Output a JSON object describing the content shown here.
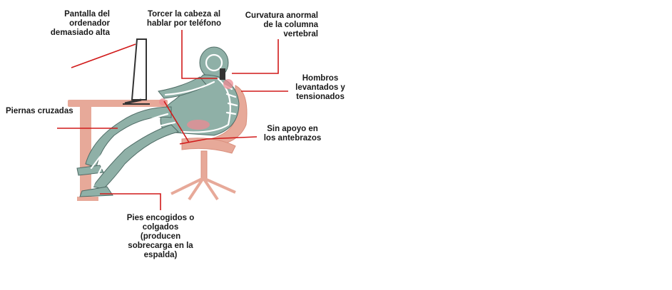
{
  "labels": {
    "monitor_high": "Pantalla del\nordenador\ndemasiado alta",
    "head_twist": "Torcer la cabeza al\nhablar por teléfono",
    "spine_curve": "Curvatura anormal\nde la columna\nvertebral",
    "shoulders": "Hombros\nlevantados y\ntensionados",
    "legs_crossed": "Piernas cruzadas",
    "no_forearm_support": "Sin apoyo en\nlos antebrazos",
    "feet": "Pies encogidos o\ncolgados\n(producen\nsobrecarga en la\nespalda)"
  },
  "colors": {
    "pointer": "#d11a1a",
    "body": "#8fb0a7",
    "furniture": "#e7a999",
    "highlight": "#ec8b93"
  },
  "panels": [
    "sketch-sitting-floor",
    "sketch-sitting-stool",
    "sketch-crouching",
    "sketch-folding-chair",
    "sketch-standing-laptop",
    "sketch-standing-phone"
  ]
}
